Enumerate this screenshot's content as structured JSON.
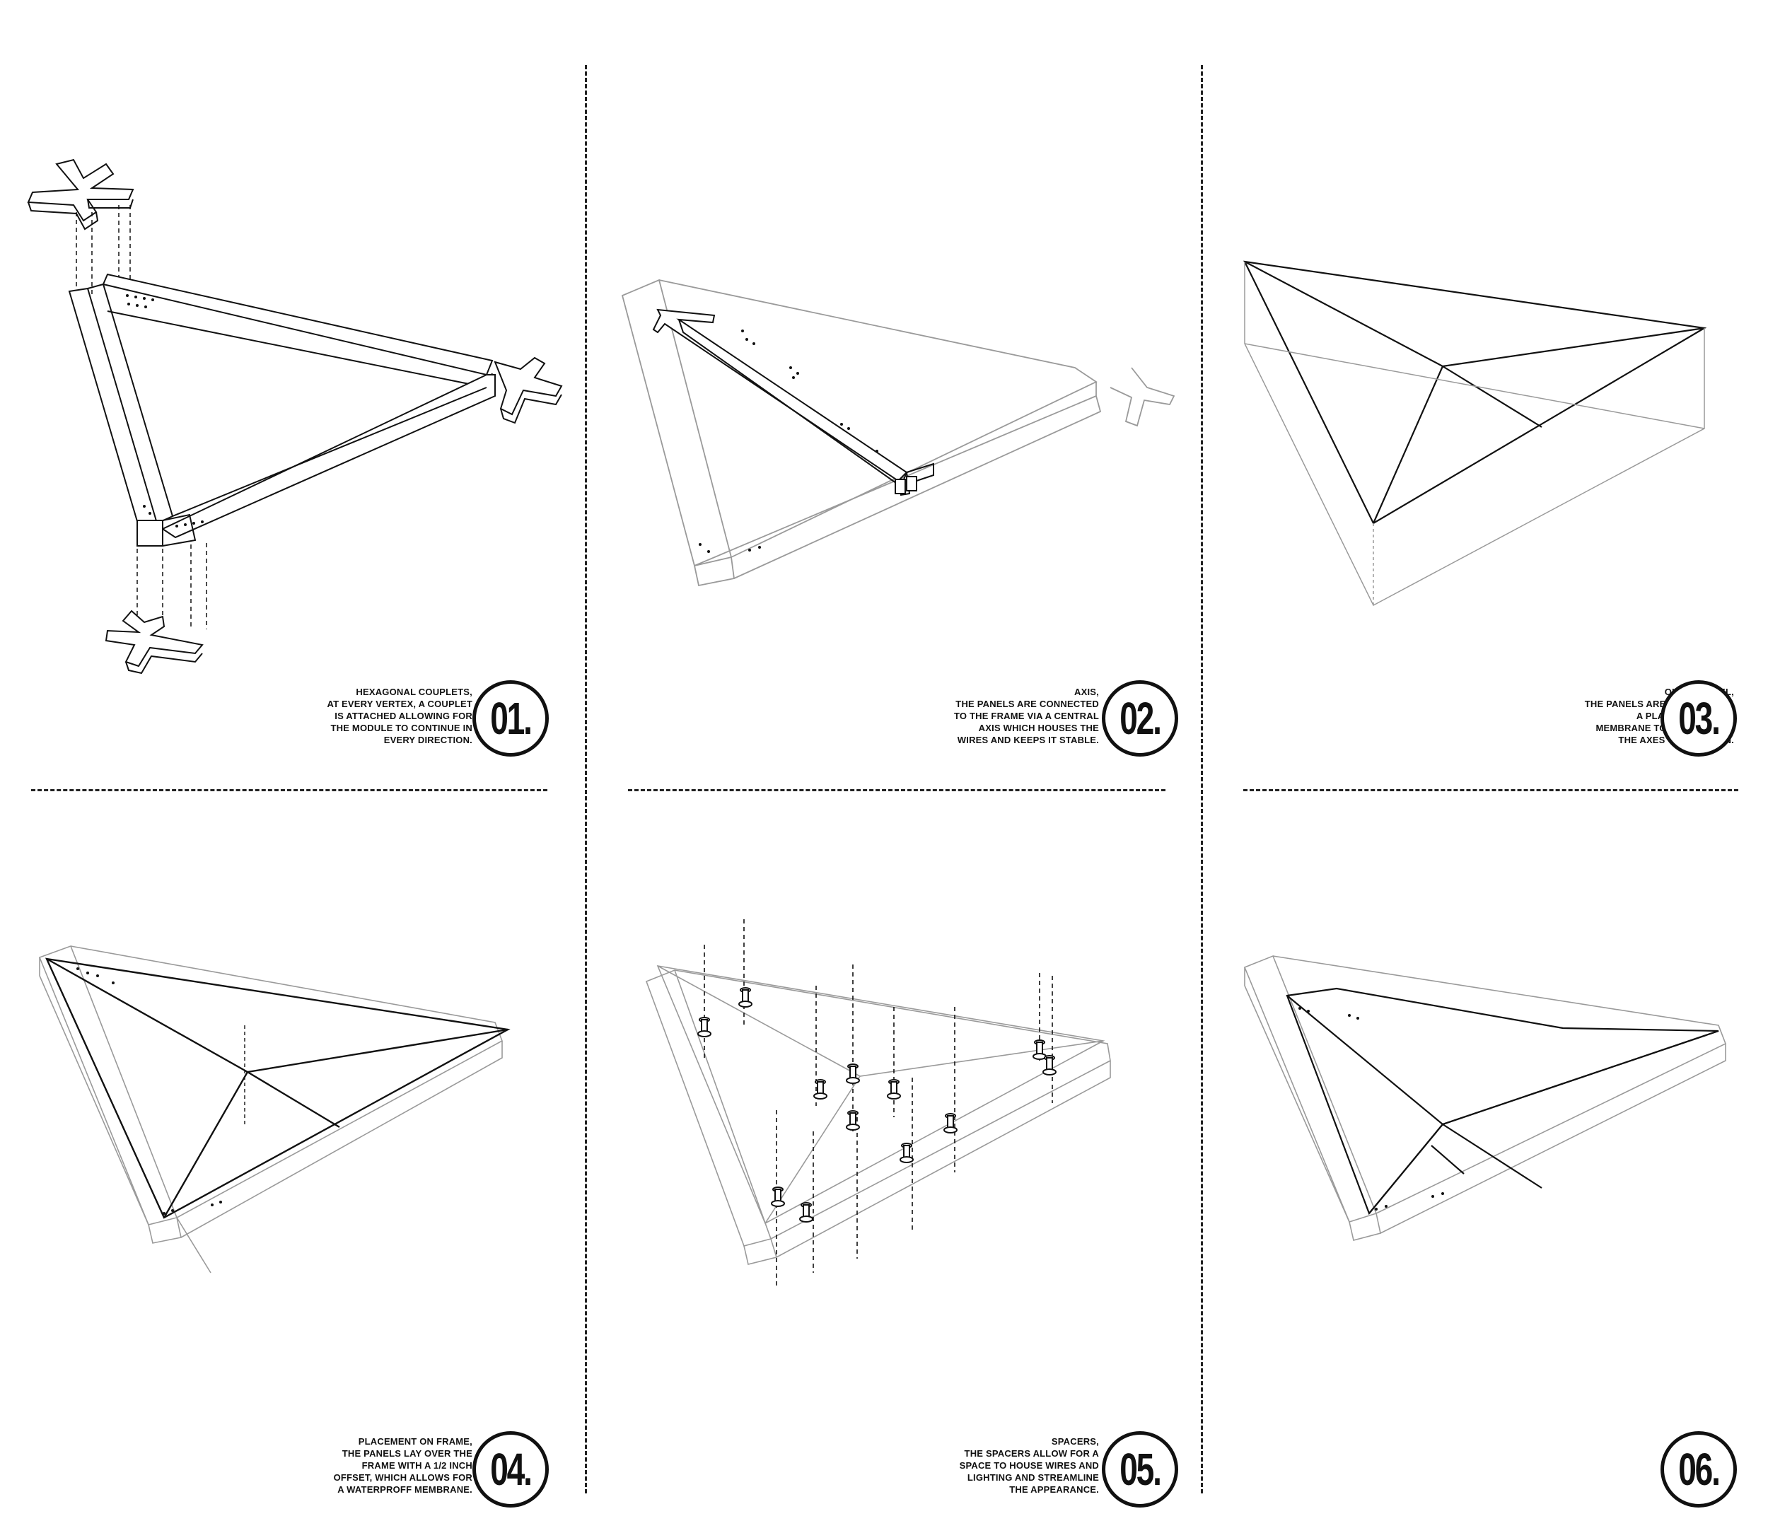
{
  "steps": [
    {
      "number": "01.",
      "caption": [
        "HEXAGONAL COUPLETS,",
        "AT EVERY VERTEX, A COUPLET",
        "IS ATTACHED ALLOWING FOR",
        "THE MODULE TO CONTINUE IN",
        "EVERY DIRECTION."
      ]
    },
    {
      "number": "02.",
      "caption": [
        "AXIS,",
        "THE PANELS ARE CONNECTED",
        "TO THE FRAME VIA A CENTRAL",
        "AXIS WHICH HOUSES THE",
        "WIRES AND KEEPS IT STABLE."
      ]
    },
    {
      "number": "03.",
      "caption": [
        "OUTER PANEL,",
        "THE PANELS ARE ATTACHED TO",
        "A PLASTIC FLEXIBLE",
        "MEMBRANE TO STRENGHTEN",
        "THE AXES OF ROTATION."
      ]
    },
    {
      "number": "04.",
      "caption": [
        "PLACEMENT ON FRAME,",
        "THE PANELS LAY OVER THE",
        "FRAME WITH A 1/2 INCH",
        "OFFSET, WHICH ALLOWS FOR",
        "A WATERPROFF MEMBRANE."
      ]
    },
    {
      "number": "05.",
      "caption": [
        "SPACERS,",
        "THE SPACERS ALLOW FOR A",
        "SPACE TO HOUSE WIRES AND",
        "LIGHTING AND STREAMLINE",
        "THE APPEARANCE."
      ]
    },
    {
      "number": "06.",
      "caption": []
    }
  ],
  "colors": {
    "ink": "#111111",
    "faint": "#9a9a9a",
    "background": "#ffffff"
  }
}
